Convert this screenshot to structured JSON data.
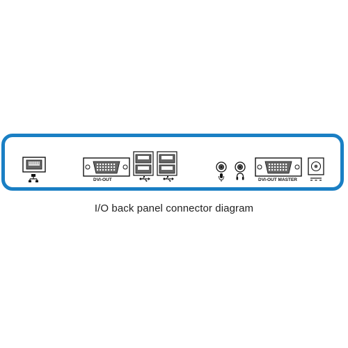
{
  "panel": {
    "border_color": "#1a7fc4",
    "connectors": [
      {
        "name": "network",
        "icon": "network-icon",
        "label": ""
      },
      {
        "name": "dvi-out",
        "icon": "dvi-port-icon",
        "label": "DVI-OUT"
      },
      {
        "name": "usb-1",
        "icon": "usb-icon",
        "label": ""
      },
      {
        "name": "usb-2",
        "icon": "usb-icon",
        "label": ""
      },
      {
        "name": "microphone",
        "icon": "microphone-icon",
        "label": ""
      },
      {
        "name": "headphone",
        "icon": "headphone-icon",
        "label": ""
      },
      {
        "name": "dvi-out-master",
        "icon": "dvi-port-icon",
        "label": "DVI-OUT MASTER"
      },
      {
        "name": "dc-power",
        "icon": "dc-power-icon",
        "label": ""
      }
    ]
  },
  "caption": "I/O back panel connector diagram"
}
